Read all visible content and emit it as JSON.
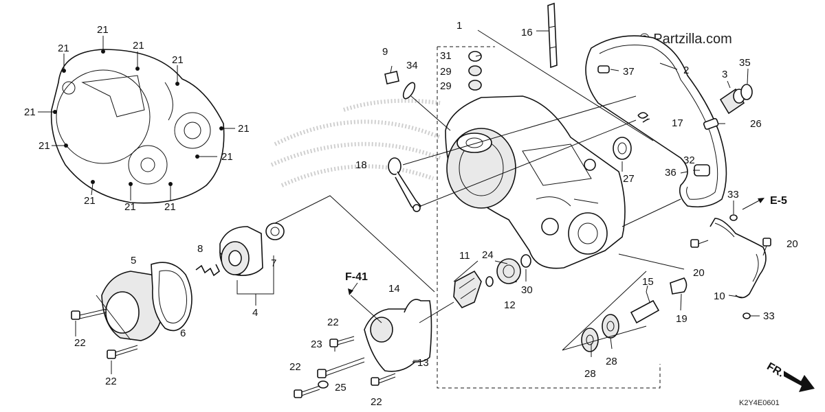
{
  "copyright": "© Partzilla.com",
  "diagram_code": "K2Y4E0601",
  "front_marker": "FR.",
  "references": [
    "F-41",
    "E-5"
  ],
  "labels": {
    "l1": "1",
    "l2": "2",
    "l3": "3",
    "l4": "4",
    "l5": "5",
    "l6": "6",
    "l7": "7",
    "l8": "8",
    "l9": "9",
    "l10": "10",
    "l11": "11",
    "l12": "12",
    "l13": "13",
    "l14": "14",
    "l15": "15",
    "l16": "16",
    "l17": "17",
    "l18": "18",
    "l19": "19",
    "l20a": "20",
    "l20b": "20",
    "l21a": "21",
    "l21b": "21",
    "l21c": "21",
    "l21d": "21",
    "l21e": "21",
    "l21f": "21",
    "l21g": "21",
    "l21h": "21",
    "l21i": "21",
    "l21j": "21",
    "l21k": "21",
    "l22a": "22",
    "l22b": "22",
    "l22c": "22",
    "l22d": "22",
    "l22e": "22",
    "l23": "23",
    "l24": "24",
    "l25": "25",
    "l26": "26",
    "l27": "27",
    "l28a": "28",
    "l28b": "28",
    "l29a": "29",
    "l29b": "29",
    "l30": "30",
    "l31": "31",
    "l32": "32",
    "l33a": "33",
    "l33b": "33",
    "l34": "34",
    "l35": "35",
    "l36": "36",
    "l37": "37"
  }
}
